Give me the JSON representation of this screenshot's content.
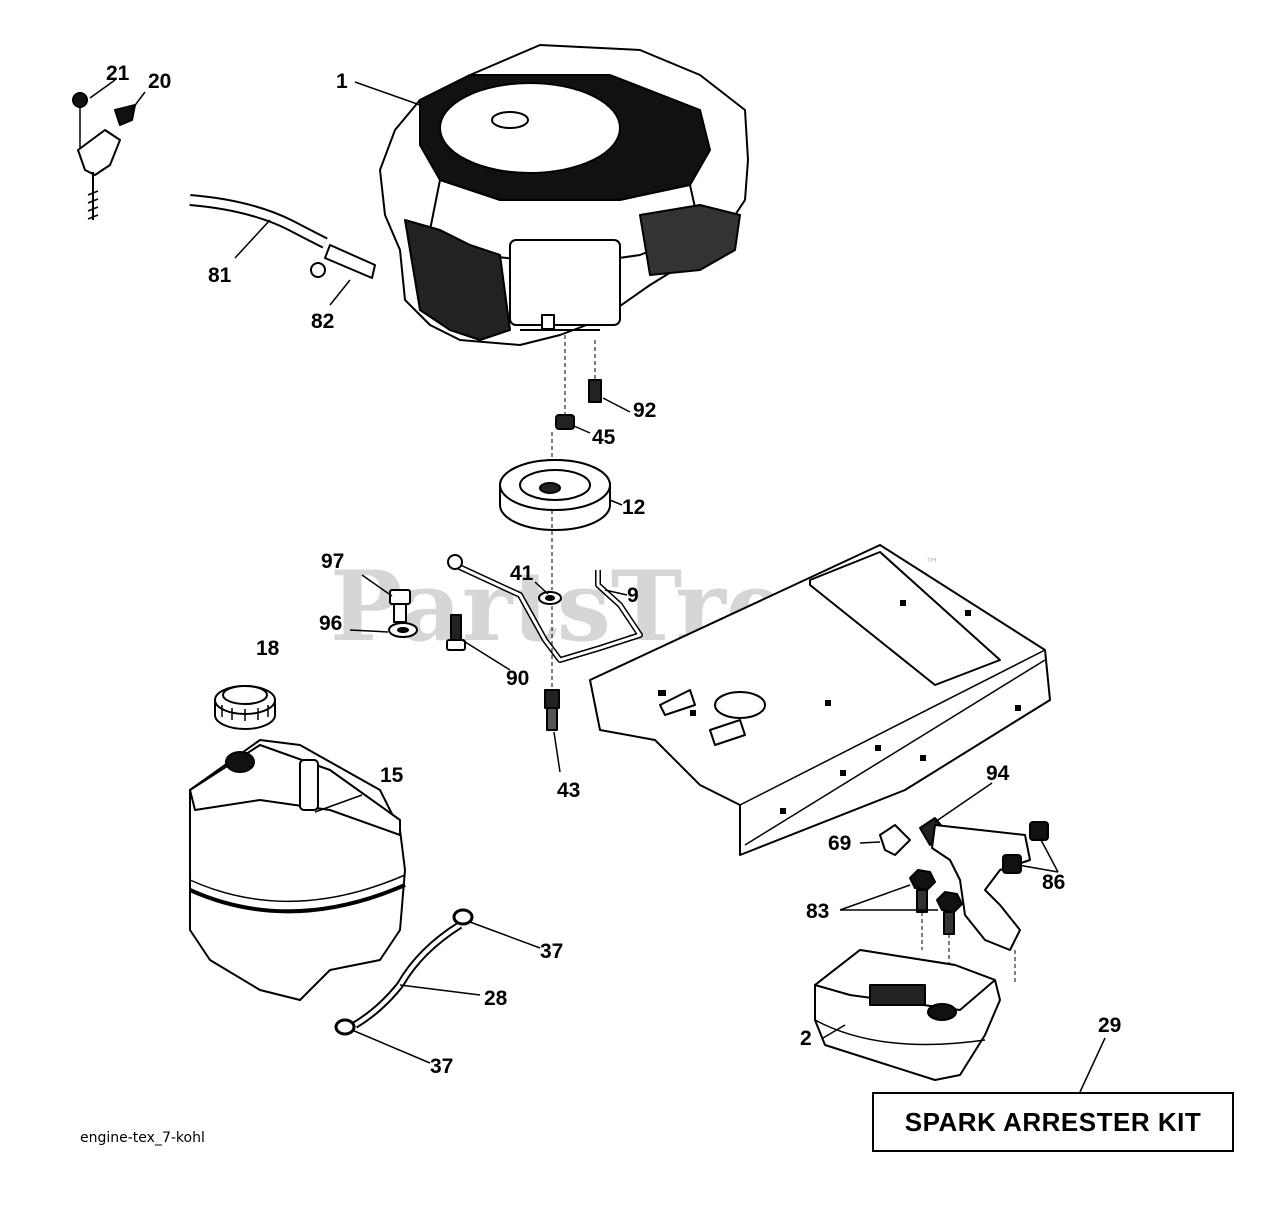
{
  "watermark": {
    "text": "PartsTree",
    "tm": "™"
  },
  "footer": {
    "diagram_code": "engine-tex_7-kohl"
  },
  "kit_label": "SPARK ARRESTER KIT",
  "callouts": {
    "c1": "1",
    "c2": "2",
    "c9": "9",
    "c12": "12",
    "c15": "15",
    "c18": "18",
    "c20": "20",
    "c21": "21",
    "c28": "28",
    "c29": "29",
    "c37a": "37",
    "c37b": "37",
    "c41": "41",
    "c43": "43",
    "c45": "45",
    "c69": "69",
    "c81": "81",
    "c82": "82",
    "c83": "83",
    "c86": "86",
    "c90": "90",
    "c92": "92",
    "c94": "94",
    "c96": "96",
    "c97": "97"
  },
  "colors": {
    "ink": "#000000",
    "watermark": "#d6d6d6",
    "part_fill": "#ffffff"
  }
}
